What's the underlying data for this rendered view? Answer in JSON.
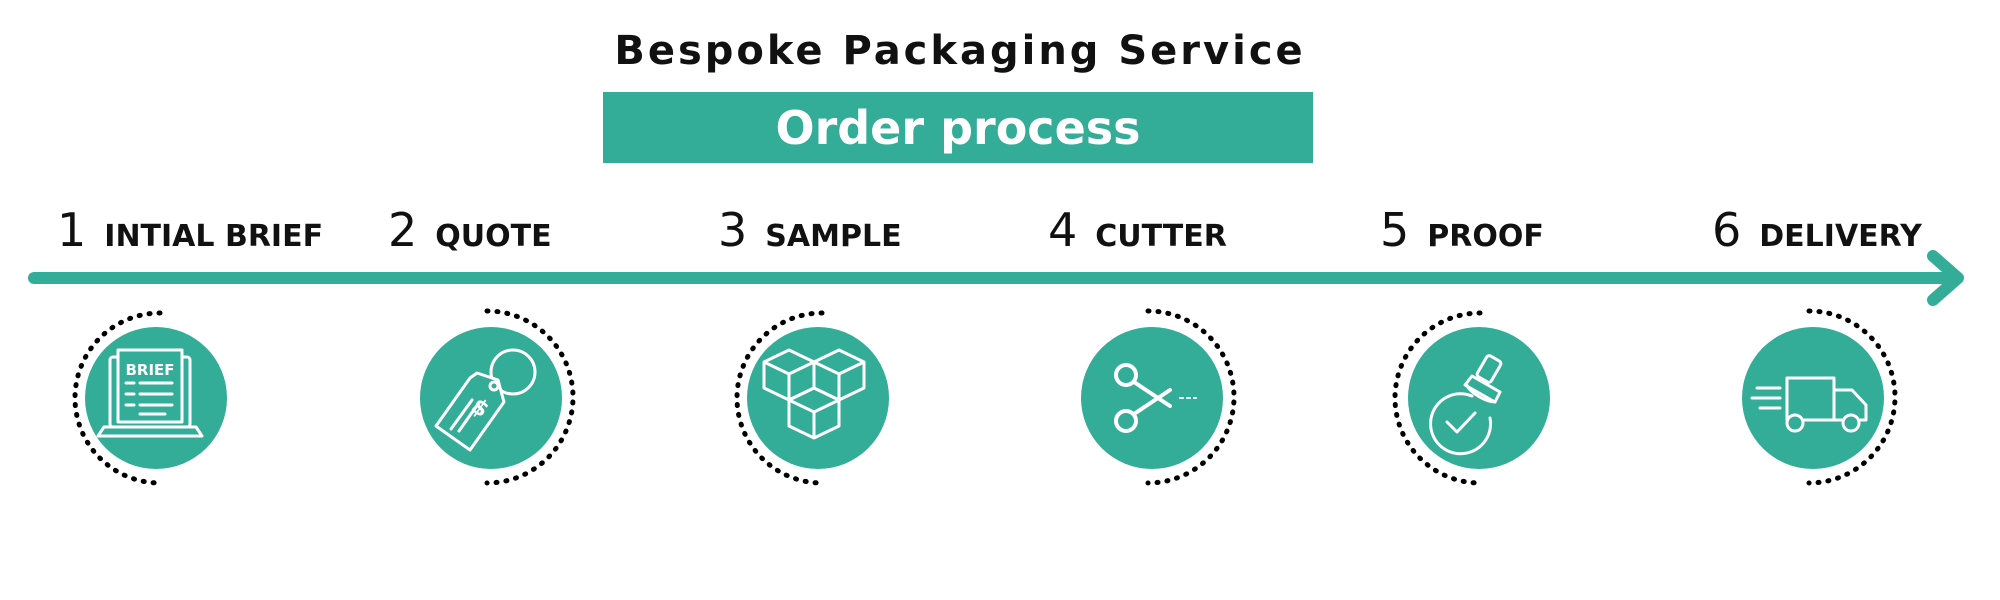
{
  "header": {
    "title": "Bespoke Packaging Service",
    "banner": "Order process"
  },
  "colors": {
    "accent": "#33ac98",
    "text": "#111111",
    "dots": "#000000"
  },
  "steps": [
    {
      "number": "1",
      "label": "INTIAL BRIEF",
      "icon": "brief-document-icon"
    },
    {
      "number": "2",
      "label": "QUOTE",
      "icon": "price-tag-icon"
    },
    {
      "number": "3",
      "label": "SAMPLE",
      "icon": "boxes-icon"
    },
    {
      "number": "4",
      "label": "CUTTER",
      "icon": "scissors-icon"
    },
    {
      "number": "5",
      "label": "PROOF",
      "icon": "stamp-icon"
    },
    {
      "number": "6",
      "label": "DELIVERY",
      "icon": "delivery-truck-icon"
    }
  ],
  "icons": {
    "brief_text": "BRIEF",
    "dollar_text": "$"
  }
}
